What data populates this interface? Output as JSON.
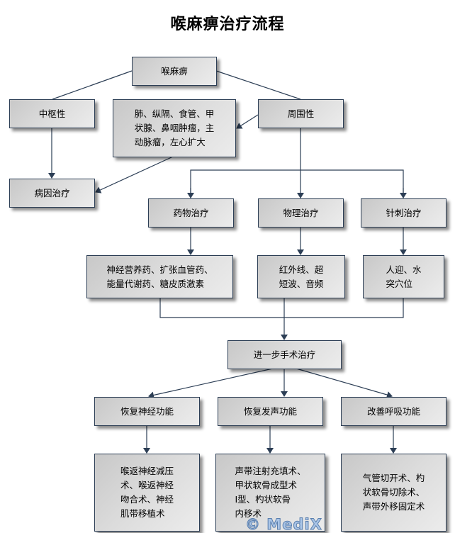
{
  "title": "喉麻痹治疗流程",
  "nodes": {
    "root": "喉麻痹",
    "central": "中枢性",
    "causes": "肺、纵隔、食管、甲\n状腺、鼻咽肿瘤，主\n动脉瘤，左心扩大",
    "peripheral": "周围性",
    "etiology": "病因治疗",
    "drug": "药物治疗",
    "physical": "物理治疗",
    "acupuncture": "针刺治疗",
    "drug_detail": "神经营养药、扩张血管药、\n能量代谢药、糖皮质激素",
    "physical_detail": "红外线、超\n短波、音频",
    "acupuncture_detail": "人迎、水\n突穴位",
    "surgery": "进一步手术治疗",
    "nerve": "恢复神经功能",
    "voice": "恢复发声功能",
    "breath": "改善呼吸功能",
    "nerve_detail": "喉返神经减压\n术、喉返神经\n吻合术、神经\n肌带移植术",
    "voice_detail": "声带注射充填术、\n甲状软骨成型术\nⅠ型、杓状软骨\n内移术",
    "breath_detail": "气管切开术、杓\n状软骨切除术、\n声带外移固定术"
  },
  "watermark": "© MediX",
  "colors": {
    "line": "#2c3e55",
    "border": "#2c3e55"
  }
}
